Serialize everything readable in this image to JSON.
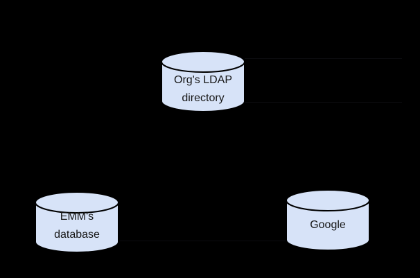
{
  "nodes": {
    "ldap": {
      "line1": "Org's LDAP",
      "line2": "directory"
    },
    "emm": {
      "line1": "EMM's",
      "line2": "database"
    },
    "google": {
      "line1": "Google"
    }
  },
  "connectors": [
    {
      "from": "ldap",
      "direction": "right",
      "position": "top",
      "appearance": "faint"
    },
    {
      "from": "ldap",
      "direction": "right",
      "position": "bottom",
      "appearance": "faint"
    },
    {
      "from": "emm",
      "to": "google",
      "position": "bottom",
      "appearance": "faint"
    }
  ],
  "colors": {
    "background": "#000000",
    "cylinder_fill": "#d7e3f8",
    "cylinder_stroke": "#000000",
    "label_text": "#161616",
    "faint_connector": "#0d0d10"
  }
}
